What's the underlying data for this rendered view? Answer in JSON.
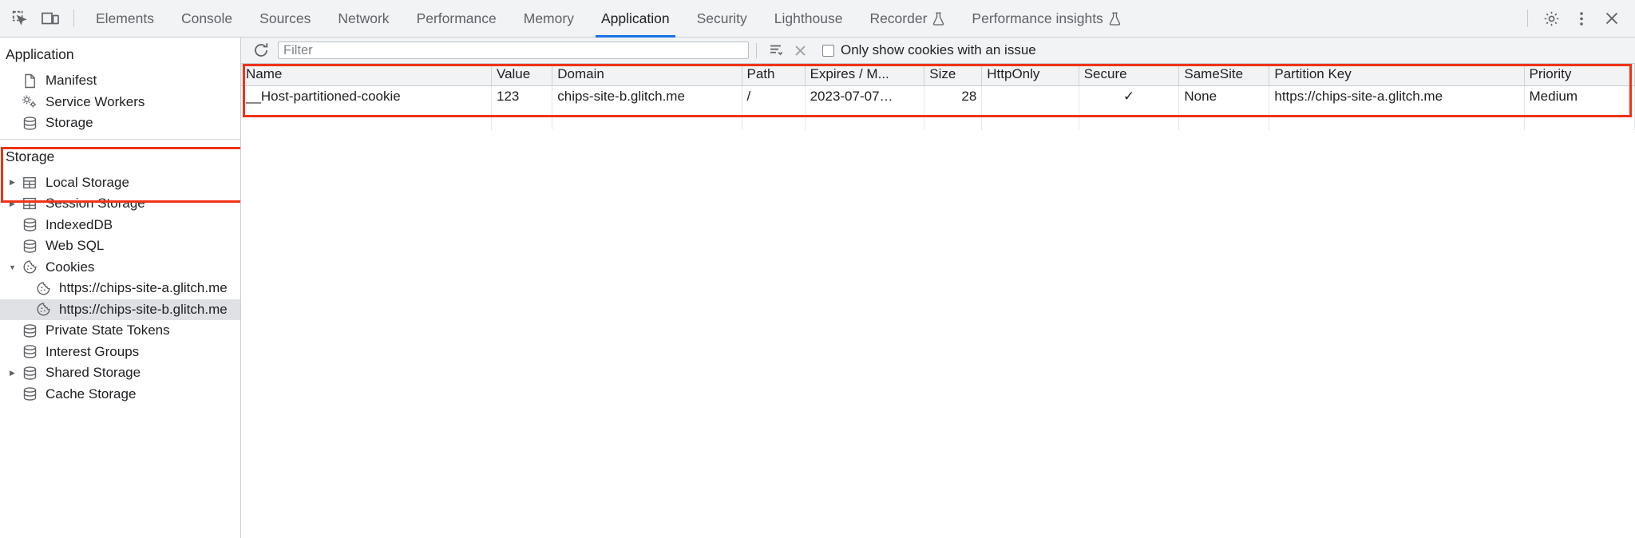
{
  "toolbar": {
    "inspect_icon": "inspect-element-icon",
    "device_icon": "device-toolbar-icon",
    "tabs": [
      {
        "label": "Elements",
        "active": false,
        "experimental": false
      },
      {
        "label": "Console",
        "active": false,
        "experimental": false
      },
      {
        "label": "Sources",
        "active": false,
        "experimental": false
      },
      {
        "label": "Network",
        "active": false,
        "experimental": false
      },
      {
        "label": "Performance",
        "active": false,
        "experimental": false
      },
      {
        "label": "Memory",
        "active": false,
        "experimental": false
      },
      {
        "label": "Application",
        "active": true,
        "experimental": false
      },
      {
        "label": "Security",
        "active": false,
        "experimental": false
      },
      {
        "label": "Lighthouse",
        "active": false,
        "experimental": false
      },
      {
        "label": "Recorder",
        "active": false,
        "experimental": true
      },
      {
        "label": "Performance insights",
        "active": false,
        "experimental": true
      }
    ],
    "settings_icon": "gear-icon",
    "more_icon": "kebab-menu-icon",
    "close_icon": "close-icon"
  },
  "sidebar": {
    "application_title": "Application",
    "application_items": [
      {
        "label": "Manifest",
        "icon": "manifest-document-icon",
        "indent": 2,
        "twisty": "",
        "selected": false
      },
      {
        "label": "Service Workers",
        "icon": "service-workers-gears-icon",
        "indent": 2,
        "twisty": "",
        "selected": false
      },
      {
        "label": "Storage",
        "icon": "database-icon",
        "indent": 2,
        "twisty": "",
        "selected": false
      }
    ],
    "storage_title": "Storage",
    "storage_items": [
      {
        "label": "Local Storage",
        "icon": "table-grid-icon",
        "indent": 2,
        "twisty": "collapsed",
        "selected": false
      },
      {
        "label": "Session Storage",
        "icon": "table-grid-icon",
        "indent": 2,
        "twisty": "collapsed",
        "selected": false
      },
      {
        "label": "IndexedDB",
        "icon": "database-icon",
        "indent": 2,
        "twisty": "",
        "selected": false
      },
      {
        "label": "Web SQL",
        "icon": "database-icon",
        "indent": 2,
        "twisty": "",
        "selected": false
      },
      {
        "label": "Cookies",
        "icon": "cookie-icon",
        "indent": 2,
        "twisty": "expanded",
        "selected": false
      },
      {
        "label": "https://chips-site-a.glitch.me",
        "icon": "cookie-icon",
        "indent": 3,
        "twisty": "",
        "selected": false
      },
      {
        "label": "https://chips-site-b.glitch.me",
        "icon": "cookie-icon",
        "indent": 3,
        "twisty": "",
        "selected": true
      },
      {
        "label": "Private State Tokens",
        "icon": "database-icon",
        "indent": 2,
        "twisty": "",
        "selected": false
      },
      {
        "label": "Interest Groups",
        "icon": "database-icon",
        "indent": 2,
        "twisty": "",
        "selected": false
      },
      {
        "label": "Shared Storage",
        "icon": "database-icon",
        "indent": 2,
        "twisty": "collapsed",
        "selected": false
      },
      {
        "label": "Cache Storage",
        "icon": "database-icon",
        "indent": 2,
        "twisty": "",
        "selected": false
      }
    ]
  },
  "filterbar": {
    "refresh_icon": "refresh-icon",
    "filter_placeholder": "Filter",
    "filter_value": "",
    "clear_all_icon": "clear-all-cookies-icon",
    "delete_icon": "delete-selected-icon",
    "checkbox_label": "Only show cookies with an issue",
    "checkbox_checked": false
  },
  "cookie_table": {
    "columns": [
      "Name",
      "Value",
      "Domain",
      "Path",
      "Expires / M...",
      "Size",
      "HttpOnly",
      "Secure",
      "SameSite",
      "Partition Key",
      "Priority"
    ],
    "rows": [
      {
        "name": "__Host-partitioned-cookie",
        "value": "123",
        "domain": "chips-site-b.glitch.me",
        "path": "/",
        "expires": "2023-07-07…",
        "size": "28",
        "httponly": "",
        "secure": "✓",
        "samesite": "None",
        "partition_key": "https://chips-site-a.glitch.me",
        "priority": "Medium"
      }
    ]
  },
  "annotations": {
    "color": "#f03217",
    "boxes": [
      {
        "name": "cookies-tree-highlight"
      },
      {
        "name": "cookie-table-highlight"
      }
    ]
  }
}
